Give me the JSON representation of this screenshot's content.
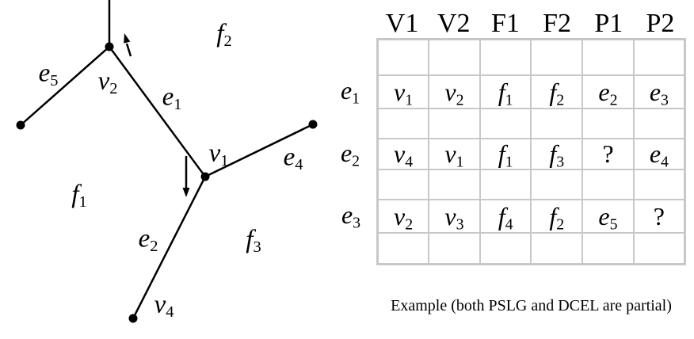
{
  "colors": {
    "ink": "#000000",
    "grid": "#c8c8c8",
    "background": "#ffffff"
  },
  "figure": {
    "labels": {
      "e5": {
        "base": "e",
        "sub": "5"
      },
      "v2": {
        "base": "v",
        "sub": "2"
      },
      "e1": {
        "base": "e",
        "sub": "1"
      },
      "f2": {
        "base": "f",
        "sub": "2"
      },
      "v1": {
        "base": "v",
        "sub": "1"
      },
      "e4": {
        "base": "e",
        "sub": "4"
      },
      "f1": {
        "base": "f",
        "sub": "1"
      },
      "e2": {
        "base": "e",
        "sub": "2"
      },
      "f3": {
        "base": "f",
        "sub": "3"
      },
      "v4": {
        "base": "v",
        "sub": "4"
      }
    }
  },
  "table": {
    "column_headers": [
      "V1",
      "V2",
      "F1",
      "F2",
      "P1",
      "P2"
    ],
    "row_labels": [
      {
        "base": "e",
        "sub": "1"
      },
      {
        "base": "e",
        "sub": "2"
      },
      {
        "base": "e",
        "sub": "3"
      }
    ],
    "rows": [
      [
        {
          "base": "v",
          "sub": "1"
        },
        {
          "base": "v",
          "sub": "2"
        },
        {
          "base": "f",
          "sub": "1"
        },
        {
          "base": "f",
          "sub": "2"
        },
        {
          "base": "e",
          "sub": "2"
        },
        {
          "base": "e",
          "sub": "3"
        }
      ],
      [
        {
          "base": "v",
          "sub": "4"
        },
        {
          "base": "v",
          "sub": "1"
        },
        {
          "base": "f",
          "sub": "1"
        },
        {
          "base": "f",
          "sub": "3"
        },
        {
          "base": "?",
          "sub": ""
        },
        {
          "base": "e",
          "sub": "4"
        }
      ],
      [
        {
          "base": "v",
          "sub": "2"
        },
        {
          "base": "v",
          "sub": "3"
        },
        {
          "base": "f",
          "sub": "4"
        },
        {
          "base": "f",
          "sub": "2"
        },
        {
          "base": "e",
          "sub": "5"
        },
        {
          "base": "?",
          "sub": ""
        }
      ]
    ]
  },
  "caption": "Example (both PSLG and DCEL are partial)"
}
